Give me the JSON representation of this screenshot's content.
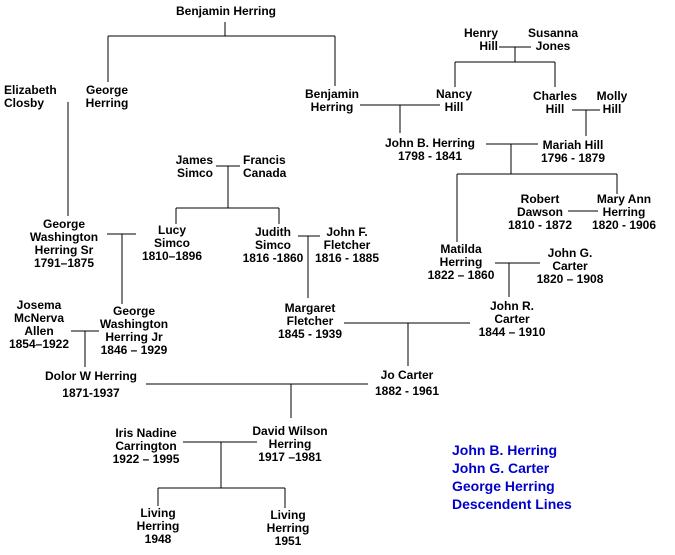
{
  "people": {
    "benjamin_sr": {
      "lines": [
        "Benjamin Herring"
      ]
    },
    "elizabeth_closby": {
      "lines": [
        "Elizabeth",
        "Closby"
      ]
    },
    "george_herring": {
      "lines": [
        "George",
        "Herring"
      ]
    },
    "benjamin_jr": {
      "lines": [
        "Benjamin",
        "Herring"
      ]
    },
    "henry_hill": {
      "lines": [
        "Henry",
        "Hill"
      ]
    },
    "susanna_jones": {
      "lines": [
        "Susanna",
        "Jones"
      ]
    },
    "nancy_hill": {
      "lines": [
        "Nancy",
        "Hill"
      ]
    },
    "charles_hill": {
      "lines": [
        "Charles",
        "Hill"
      ]
    },
    "molly_hill": {
      "lines": [
        "Molly",
        "Hill"
      ]
    },
    "john_b_herring": {
      "lines": [
        "John B. Herring",
        "1798 - 1841"
      ]
    },
    "mariah_hill": {
      "lines": [
        "Mariah Hill",
        "1796 - 1879"
      ]
    },
    "james_simco": {
      "lines": [
        "James",
        "Simco"
      ]
    },
    "francis_canada": {
      "lines": [
        "Francis",
        "Canada"
      ]
    },
    "robert_dawson": {
      "lines": [
        "Robert",
        "Dawson",
        "1810 - 1872"
      ]
    },
    "mary_ann_herring": {
      "lines": [
        "Mary Ann",
        "Herring",
        "1820 - 1906"
      ]
    },
    "gw_herring_sr": {
      "lines": [
        "George",
        "Washington",
        "Herring Sr",
        "1791–1875"
      ]
    },
    "lucy_simco": {
      "lines": [
        "Lucy",
        "Simco",
        "1810–1896"
      ]
    },
    "judith_simco": {
      "lines": [
        "Judith",
        "Simco",
        "1816 -1860"
      ]
    },
    "john_f_fletcher": {
      "lines": [
        "John F.",
        "Fletcher",
        "1816 - 1885"
      ]
    },
    "matilda_herring": {
      "lines": [
        "Matilda",
        "Herring",
        "1822 – 1860"
      ]
    },
    "john_g_carter": {
      "lines": [
        "John G.",
        "Carter",
        "1820 – 1908"
      ]
    },
    "josema_allen": {
      "lines": [
        "Josema",
        "McNerva",
        "Allen",
        "1854–1922"
      ]
    },
    "gw_herring_jr": {
      "lines": [
        "George",
        "Washington",
        "Herring Jr",
        "1846 – 1929"
      ]
    },
    "margaret_fletcher": {
      "lines": [
        "Margaret",
        "Fletcher",
        "1845 - 1939"
      ]
    },
    "john_r_carter": {
      "lines": [
        "John R.",
        "Carter",
        "1844 – 1910"
      ]
    },
    "dolor_herring": {
      "lines": [
        "Dolor W Herring",
        "1871-1937"
      ]
    },
    "jo_carter": {
      "lines": [
        "Jo Carter",
        "1882 - 1961"
      ]
    },
    "iris_carrington": {
      "lines": [
        "Iris Nadine",
        "Carrington",
        "1922 – 1995"
      ]
    },
    "david_herring": {
      "lines": [
        "David Wilson",
        "Herring",
        "1917 –1981"
      ]
    },
    "living_1948": {
      "lines": [
        "Living",
        "Herring",
        "1948"
      ]
    },
    "living_1951": {
      "lines": [
        "Living",
        "Herring",
        "1951"
      ]
    }
  },
  "legend": {
    "lines": [
      "John B. Herring",
      "John G. Carter",
      "George Herring",
      "Descendent Lines"
    ],
    "color": "#0000cc"
  }
}
